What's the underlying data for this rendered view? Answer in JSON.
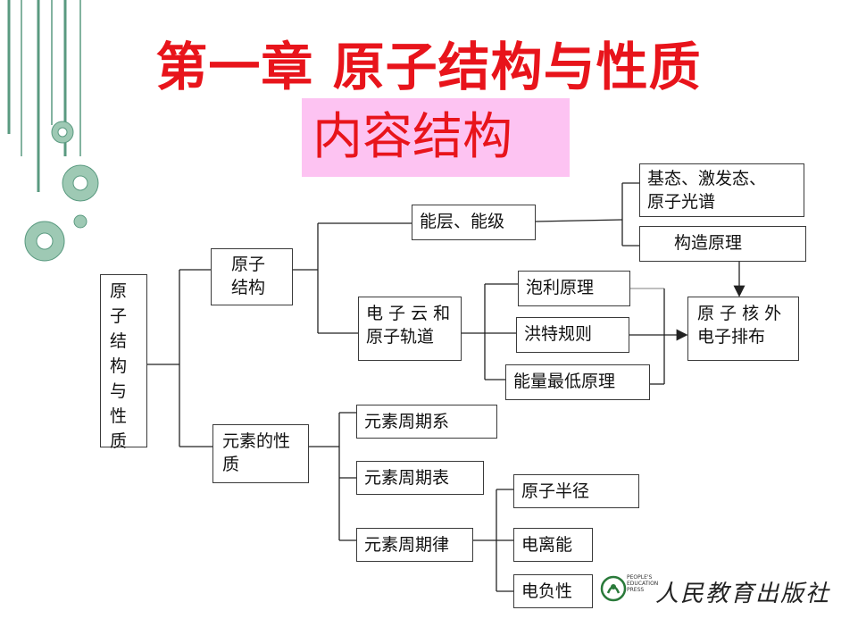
{
  "title": "第一章 原子结构与性质",
  "subtitle": "内容结构",
  "nodes": {
    "root": "原子\n结构\n与\n性质",
    "atomic_structure": "原子\n结构",
    "element_properties": "元素的性\n质",
    "energy_level": "能层、能级",
    "electron_cloud": "电 子 云 和\n原子轨道",
    "ground_excited": "基态、激发态、\n原子光谱",
    "aufbau": "构造原理",
    "pauli": "泡利原理",
    "hund": "洪特规则",
    "lowest_energy": "能量最低原理",
    "electron_config": "原 子 核 外\n电子排布",
    "periodic_system": "元素周期系",
    "periodic_table": "元素周期表",
    "periodic_law": "元素周期律",
    "atomic_radius": "原子半径",
    "ionization_energy": "电离能",
    "electronegativity": "电负性"
  },
  "publisher": {
    "name": "人民教育出版社",
    "en": "PEOPLE'S\nEDUCATION\nPRESS"
  },
  "colors": {
    "title": "#e8141b",
    "subtitle_bg": "#fdc3f2",
    "deco": "#4a8a72"
  }
}
